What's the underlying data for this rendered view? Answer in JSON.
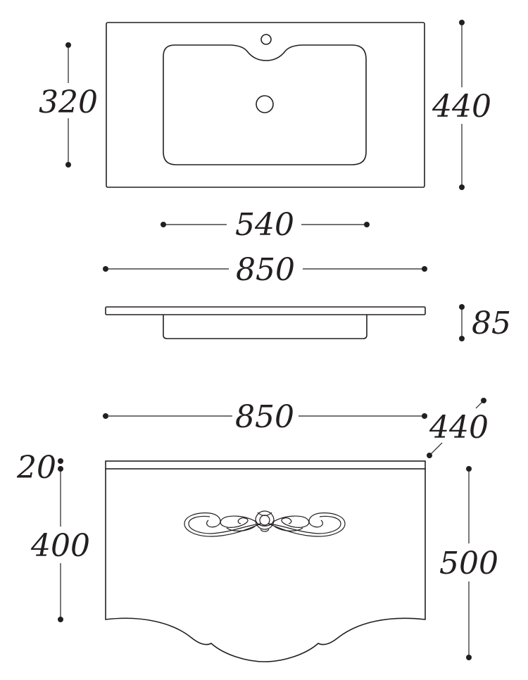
{
  "diagram": {
    "colors": {
      "ink": "#231f20",
      "background": "#ffffff"
    },
    "basin_top_view": {
      "height_label": "440",
      "inner_bowl_depth_label": "320"
    },
    "basin_widths": {
      "bowl_width_label": "540",
      "total_width_label": "850"
    },
    "basin_side_view": {
      "thickness_label": "85"
    },
    "cabinet_front_view": {
      "width_label": "850",
      "depth_label": "440",
      "top_panel_label": "20",
      "body_height_label": "400",
      "total_height_label": "500",
      "ornament": "decorative-scroll-ornament"
    }
  }
}
